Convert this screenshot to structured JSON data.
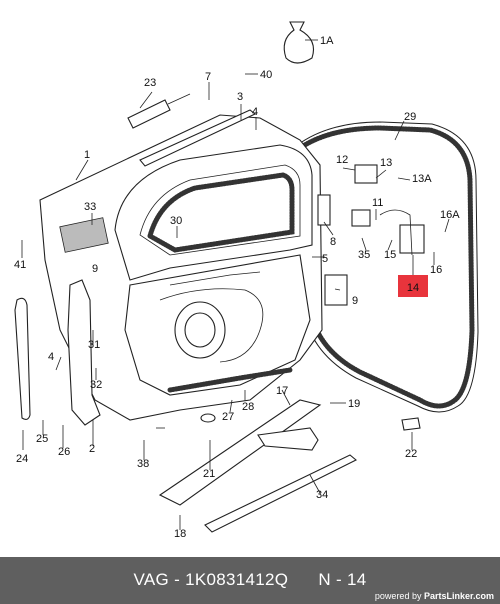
{
  "diagram": {
    "callouts": [
      "1A",
      "40",
      "23",
      "7",
      "3",
      "4",
      "1",
      "29",
      "12",
      "13",
      "13A",
      "33",
      "8",
      "30",
      "11",
      "16A",
      "41",
      "9",
      "35",
      "15",
      "16",
      "5",
      "14",
      "9",
      "4",
      "31",
      "32",
      "27",
      "28",
      "17",
      "19",
      "25",
      "24",
      "26",
      "2",
      "38",
      "21",
      "22",
      "34",
      "18"
    ],
    "highlight": {
      "label": "14",
      "color": "#e8343c"
    }
  },
  "footer": {
    "brand": "VAG",
    "sep1": "-",
    "part_number": "1K0831412Q",
    "ref": "N - 14",
    "powered_prefix": "powered by",
    "powered_site": "PartsLinker.com"
  },
  "colors": {
    "footer_bg": "#5f5f5f",
    "highlight": "#e8343c"
  }
}
